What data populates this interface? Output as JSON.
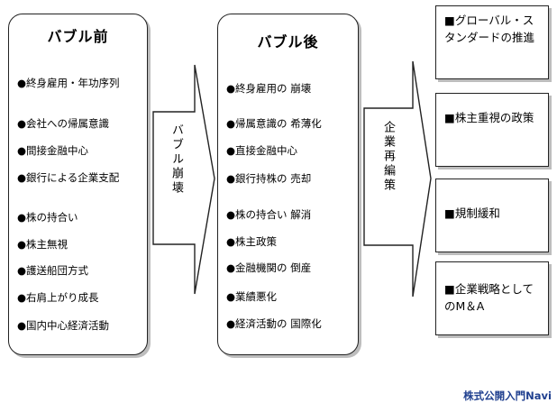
{
  "before": {
    "title": "バブル前",
    "items": [
      "終身雇用・年功序列",
      "会社への帰属意識",
      "間接金融中心",
      "銀行による企業支配",
      "株の持合い",
      "株主無視",
      "護送船団方式",
      "右肩上がり成長",
      "国内中心経済活動"
    ]
  },
  "transition1": "バブル崩壊",
  "after": {
    "title": "バブル後",
    "items": [
      "終身雇用の 崩壊",
      "帰属意識の 希薄化",
      "直接金融中心",
      "銀行持株の 売却",
      "株の持合い 解消",
      "株主政策",
      "金融機関の 倒産",
      "業績悪化",
      "経済活動の 国際化"
    ]
  },
  "transition2": "企業再編策",
  "results": [
    "グローバル・スタンダードの推進",
    "株主重視の政策",
    "規制緩和",
    "企業戦略としてのM＆A"
  ],
  "credit": "株式公開入門Navi"
}
